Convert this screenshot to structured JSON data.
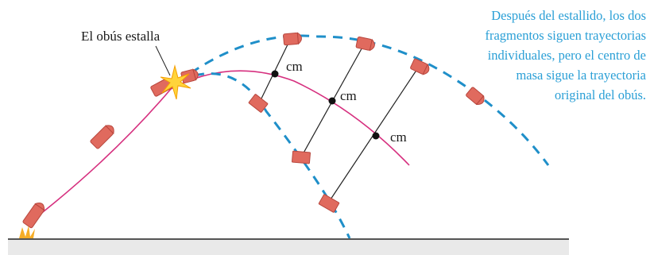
{
  "labels": {
    "explosion": "El obús estalla",
    "cm1": "cm",
    "cm2": "cm",
    "cm3": "cm"
  },
  "caption": {
    "lines": [
      "Después del estallido, los dos",
      "fragmentos siguen trayectorias",
      "individuales, pero el centro de",
      "masa sigue la trayectoria",
      "original del obús."
    ]
  },
  "colors": {
    "original_trajectory": "#d6307f",
    "fragment_trajectory": "#1f8fc9",
    "shell": "#e06a5e",
    "shell_outline": "#b8473e",
    "ground": "#e9e9e9",
    "ground_line": "#555555",
    "center_of_mass": "#111111",
    "caption": "#2a9fd6",
    "explosion_flash": "#ffd43b"
  }
}
